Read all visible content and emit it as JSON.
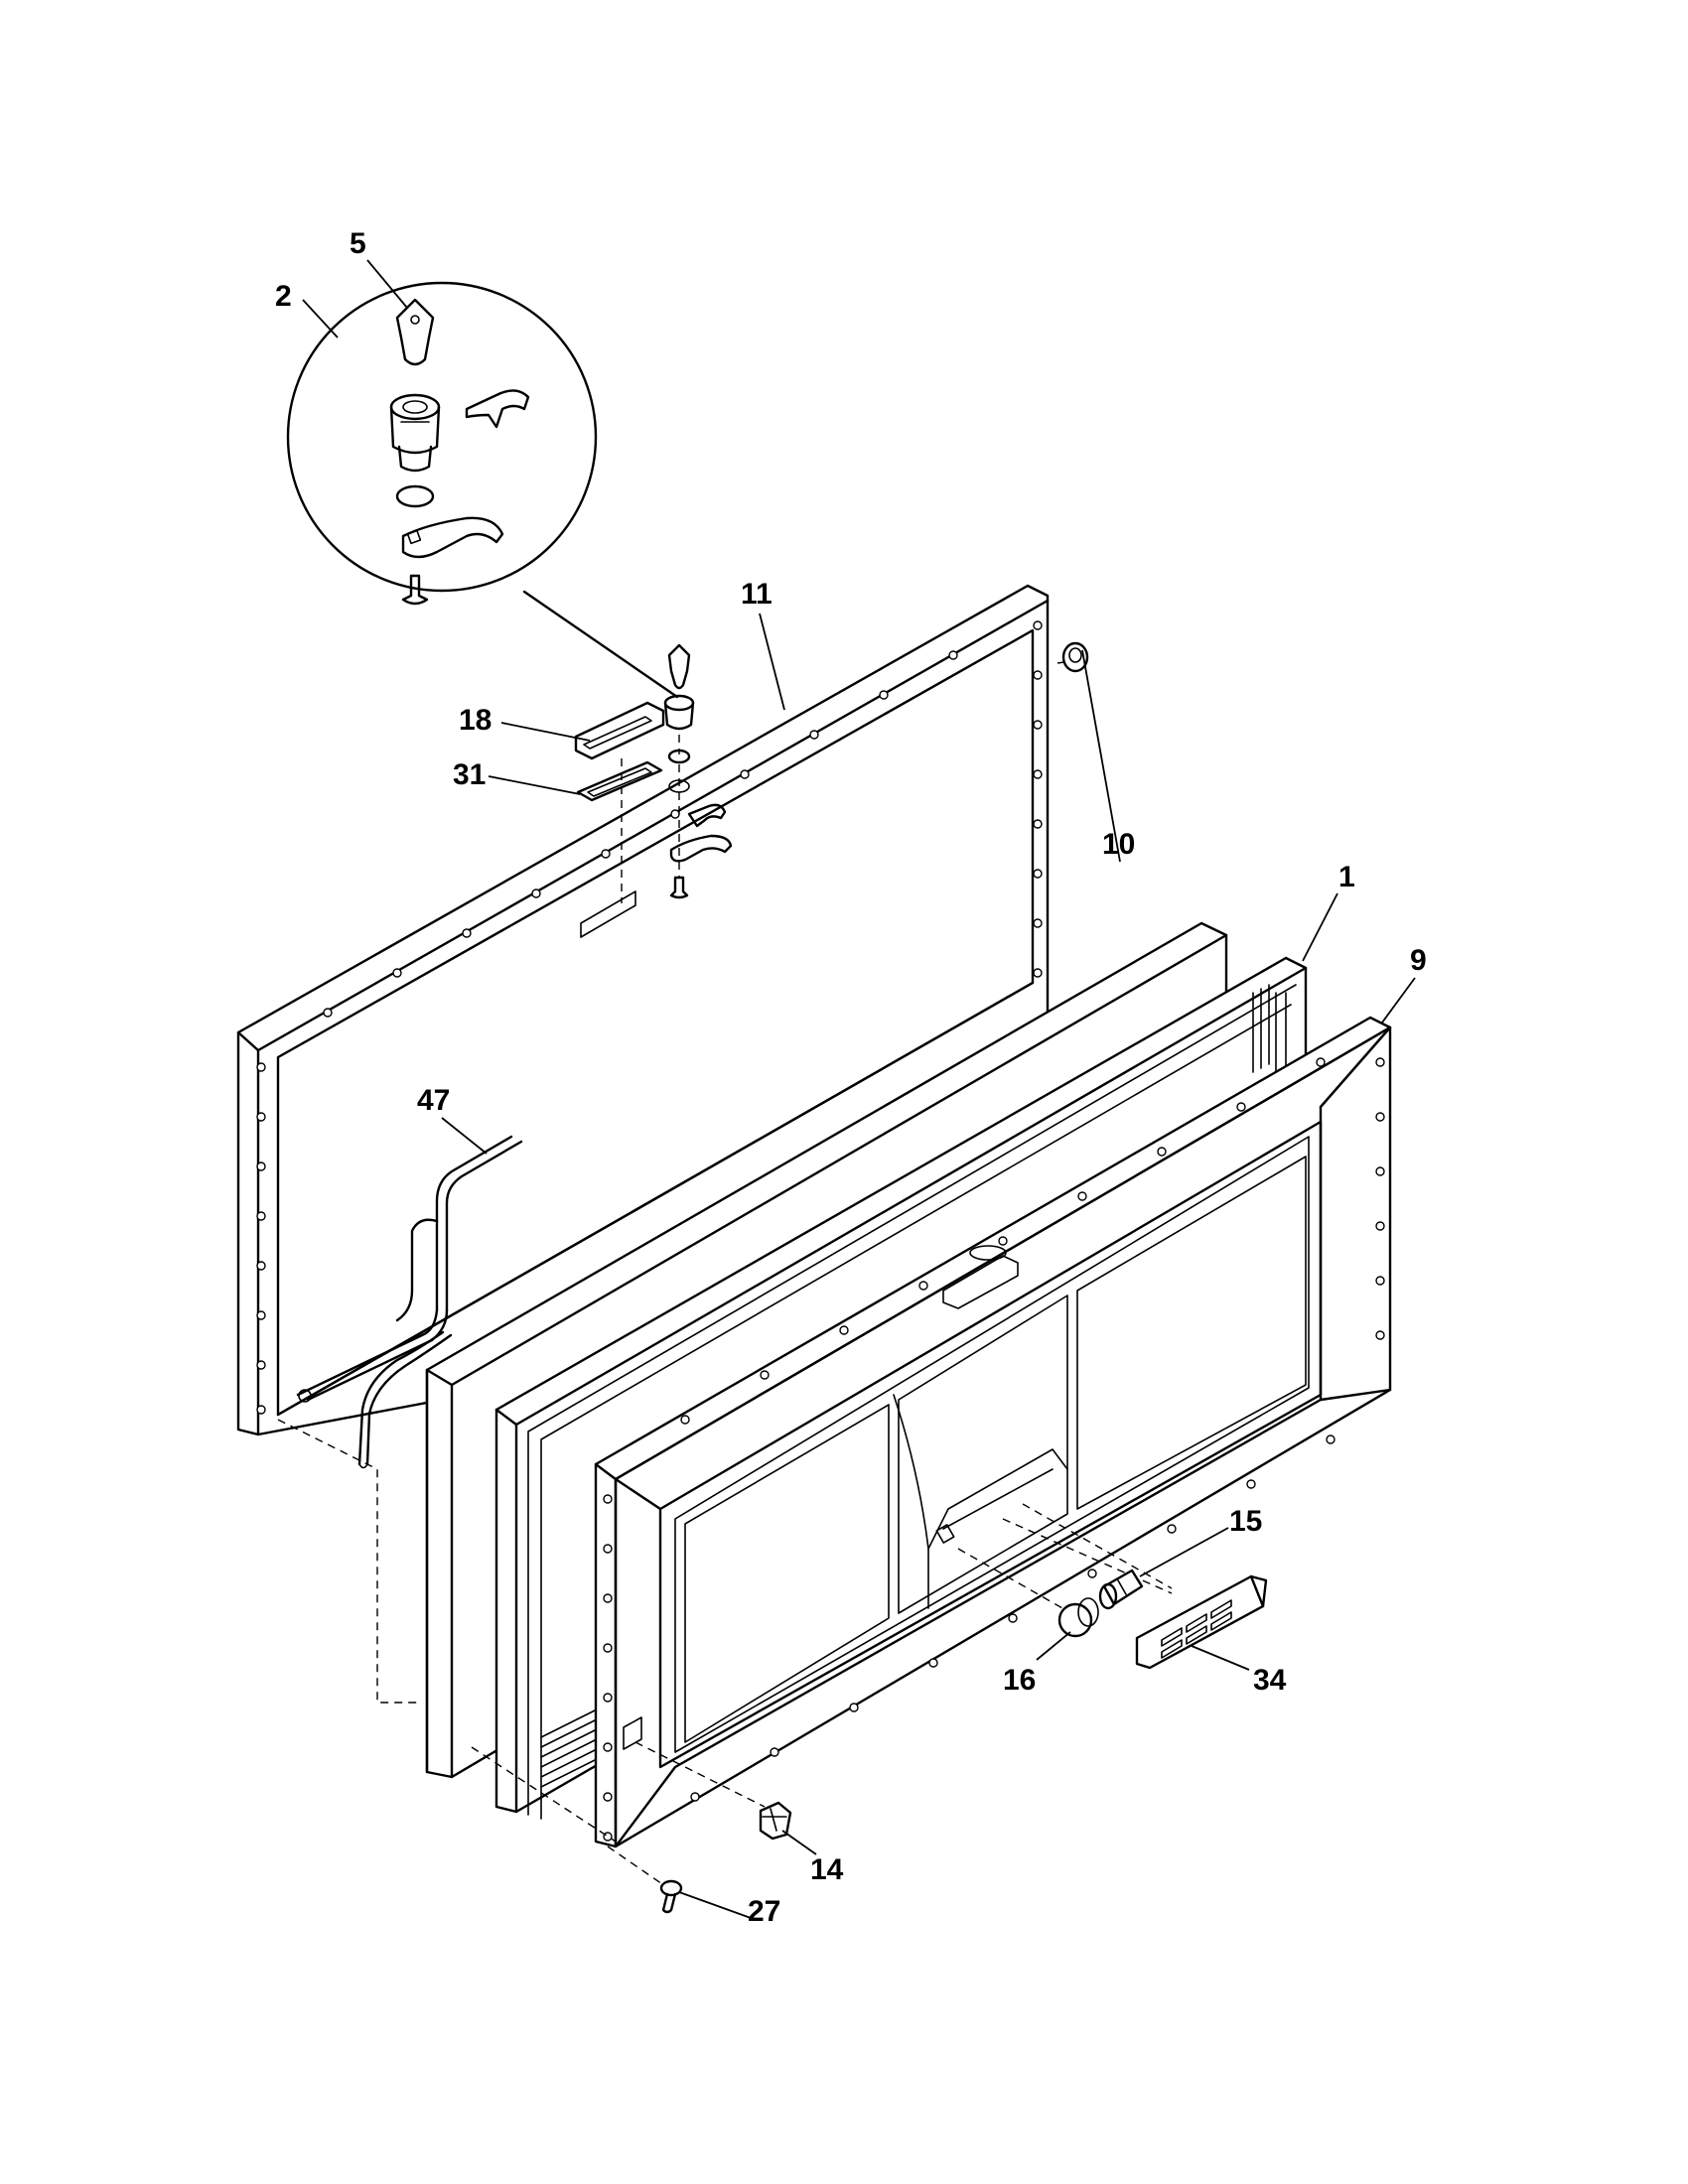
{
  "callouts": [
    {
      "id": "c5",
      "label": "5"
    },
    {
      "id": "c2",
      "label": "2"
    },
    {
      "id": "c11",
      "label": "11"
    },
    {
      "id": "c18",
      "label": "18"
    },
    {
      "id": "c31",
      "label": "31"
    },
    {
      "id": "c10",
      "label": "10"
    },
    {
      "id": "c1",
      "label": "1"
    },
    {
      "id": "c9",
      "label": "9"
    },
    {
      "id": "c47",
      "label": "47"
    },
    {
      "id": "c15",
      "label": "15"
    },
    {
      "id": "c34",
      "label": "34"
    },
    {
      "id": "c16",
      "label": "16"
    },
    {
      "id": "c14",
      "label": "14"
    },
    {
      "id": "c27",
      "label": "27"
    }
  ]
}
